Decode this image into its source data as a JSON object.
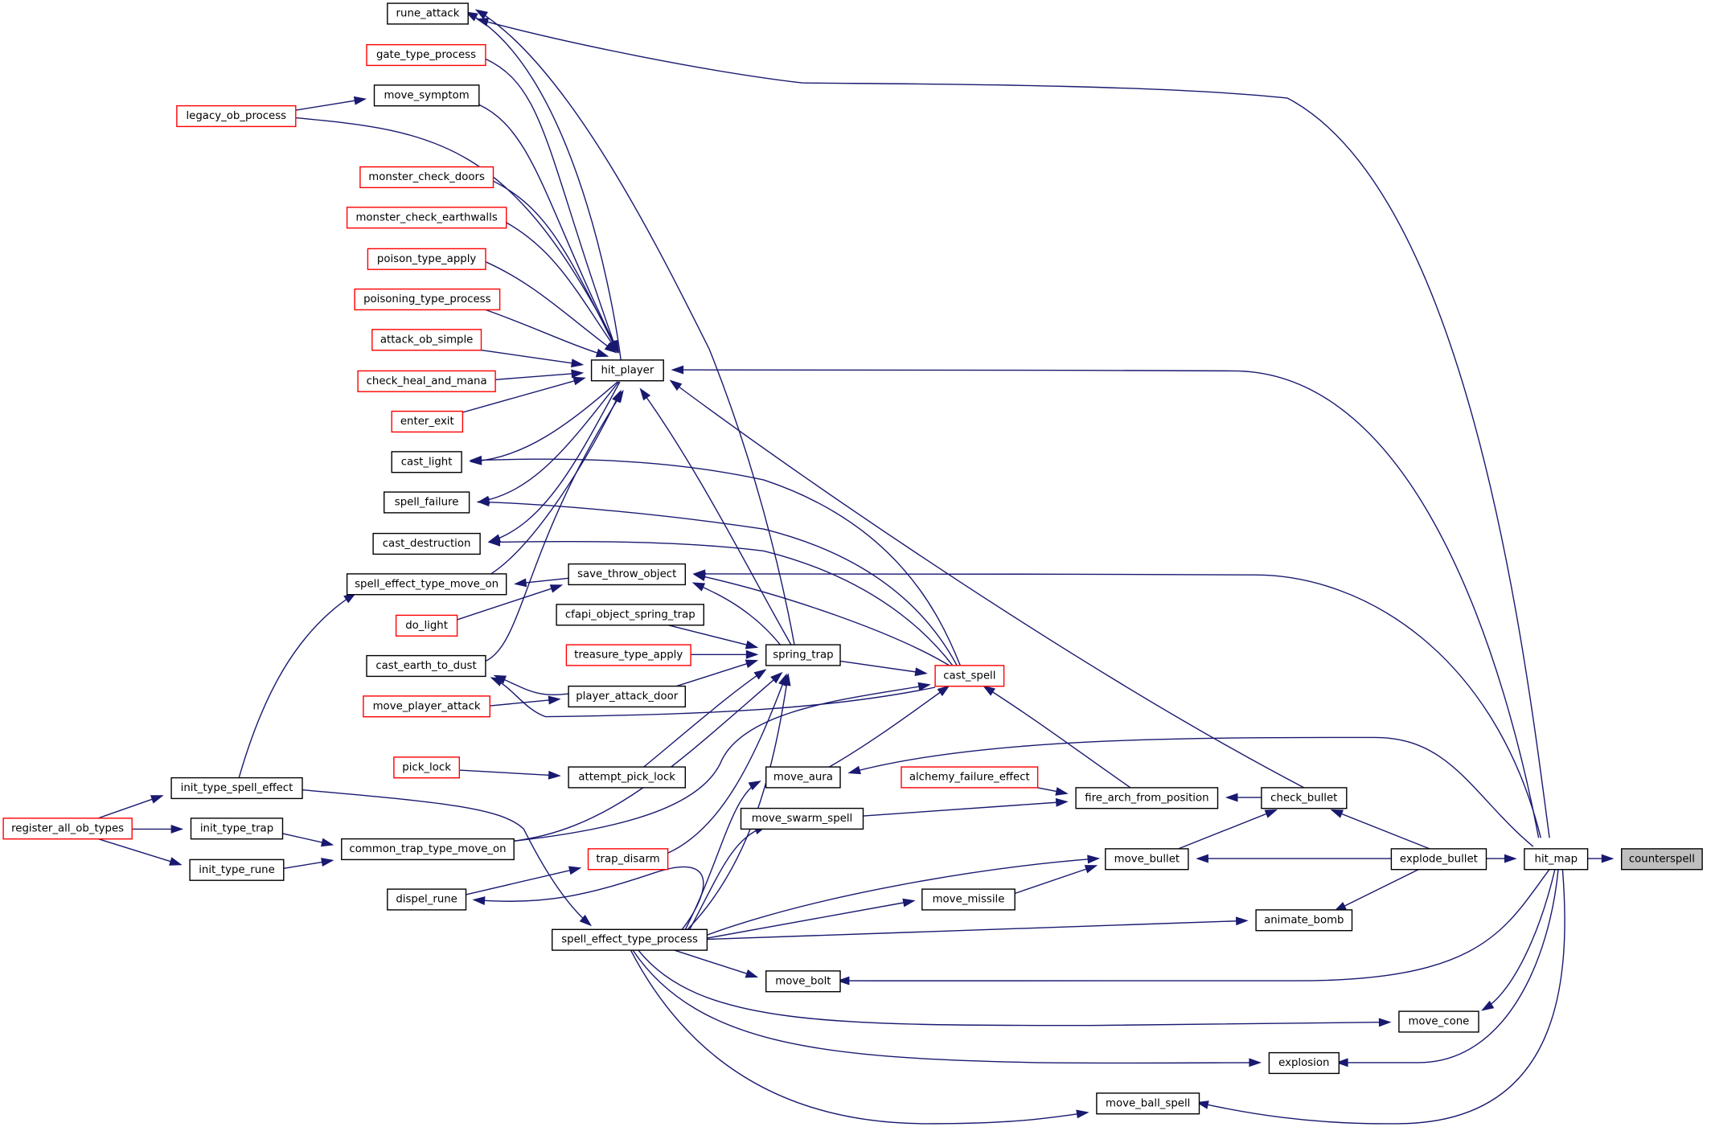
{
  "diagram": {
    "type": "call-graph",
    "nodes": [
      {
        "id": "counterspell",
        "label": "counterspell",
        "style": "root"
      },
      {
        "id": "hit_map",
        "label": "hit_map",
        "style": "black"
      },
      {
        "id": "rune_attack",
        "label": "rune_attack",
        "style": "black"
      },
      {
        "id": "gate_type_process",
        "label": "gate_type_process",
        "style": "red"
      },
      {
        "id": "move_symptom",
        "label": "move_symptom",
        "style": "black"
      },
      {
        "id": "legacy_ob_process",
        "label": "legacy_ob_process",
        "style": "red"
      },
      {
        "id": "monster_check_doors",
        "label": "monster_check_doors",
        "style": "red"
      },
      {
        "id": "monster_check_earthwalls",
        "label": "monster_check_earthwalls",
        "style": "red"
      },
      {
        "id": "poison_type_apply",
        "label": "poison_type_apply",
        "style": "red"
      },
      {
        "id": "poisoning_type_process",
        "label": "poisoning_type_process",
        "style": "red"
      },
      {
        "id": "attack_ob_simple",
        "label": "attack_ob_simple",
        "style": "red"
      },
      {
        "id": "check_heal_and_mana",
        "label": "check_heal_and_mana",
        "style": "red"
      },
      {
        "id": "enter_exit",
        "label": "enter_exit",
        "style": "red"
      },
      {
        "id": "cast_light",
        "label": "cast_light",
        "style": "black"
      },
      {
        "id": "spell_failure",
        "label": "spell_failure",
        "style": "black"
      },
      {
        "id": "cast_destruction",
        "label": "cast_destruction",
        "style": "black"
      },
      {
        "id": "spell_effect_type_move_on",
        "label": "spell_effect_type_move_on",
        "style": "black"
      },
      {
        "id": "do_light",
        "label": "do_light",
        "style": "red"
      },
      {
        "id": "cast_earth_to_dust",
        "label": "cast_earth_to_dust",
        "style": "black"
      },
      {
        "id": "move_player_attack",
        "label": "move_player_attack",
        "style": "red"
      },
      {
        "id": "pick_lock",
        "label": "pick_lock",
        "style": "red"
      },
      {
        "id": "init_type_spell_effect",
        "label": "init_type_spell_effect",
        "style": "black"
      },
      {
        "id": "register_all_ob_types",
        "label": "register_all_ob_types",
        "style": "red"
      },
      {
        "id": "init_type_trap",
        "label": "init_type_trap",
        "style": "black"
      },
      {
        "id": "init_type_rune",
        "label": "init_type_rune",
        "style": "black"
      },
      {
        "id": "common_trap_type_move_on",
        "label": "common_trap_type_move_on",
        "style": "black"
      },
      {
        "id": "dispel_rune",
        "label": "dispel_rune",
        "style": "black"
      },
      {
        "id": "spell_effect_type_process",
        "label": "spell_effect_type_process",
        "style": "black"
      },
      {
        "id": "hit_player",
        "label": "hit_player",
        "style": "black"
      },
      {
        "id": "save_throw_object",
        "label": "save_throw_object",
        "style": "black"
      },
      {
        "id": "cfapi_object_spring_trap",
        "label": "cfapi_object_spring_trap",
        "style": "black"
      },
      {
        "id": "treasure_type_apply",
        "label": "treasure_type_apply",
        "style": "red"
      },
      {
        "id": "spring_trap",
        "label": "spring_trap",
        "style": "black"
      },
      {
        "id": "player_attack_door",
        "label": "player_attack_door",
        "style": "black"
      },
      {
        "id": "attempt_pick_lock",
        "label": "attempt_pick_lock",
        "style": "black"
      },
      {
        "id": "trap_disarm",
        "label": "trap_disarm",
        "style": "red"
      },
      {
        "id": "move_aura",
        "label": "move_aura",
        "style": "black"
      },
      {
        "id": "move_swarm_spell",
        "label": "move_swarm_spell",
        "style": "black"
      },
      {
        "id": "move_bolt",
        "label": "move_bolt",
        "style": "black"
      },
      {
        "id": "cast_spell",
        "label": "cast_spell",
        "style": "red"
      },
      {
        "id": "alchemy_failure_effect",
        "label": "alchemy_failure_effect",
        "style": "red"
      },
      {
        "id": "fire_arch_from_position",
        "label": "fire_arch_from_position",
        "style": "black"
      },
      {
        "id": "move_bullet",
        "label": "move_bullet",
        "style": "black"
      },
      {
        "id": "move_missile",
        "label": "move_missile",
        "style": "black"
      },
      {
        "id": "move_ball_spell",
        "label": "move_ball_spell",
        "style": "black"
      },
      {
        "id": "check_bullet",
        "label": "check_bullet",
        "style": "black"
      },
      {
        "id": "animate_bomb",
        "label": "animate_bomb",
        "style": "black"
      },
      {
        "id": "explosion",
        "label": "explosion",
        "style": "black"
      },
      {
        "id": "explode_bullet",
        "label": "explode_bullet",
        "style": "black"
      },
      {
        "id": "move_cone",
        "label": "move_cone",
        "style": "black"
      }
    ],
    "edges": [
      [
        "hit_map",
        "counterspell"
      ],
      [
        "rune_attack",
        "hit_map"
      ],
      [
        "hit_player",
        "hit_map"
      ],
      [
        "save_throw_object",
        "hit_map"
      ],
      [
        "move_aura",
        "hit_map"
      ],
      [
        "explode_bullet",
        "hit_map"
      ],
      [
        "move_bolt",
        "hit_map"
      ],
      [
        "move_cone",
        "hit_map"
      ],
      [
        "explosion",
        "hit_map"
      ],
      [
        "move_ball_spell",
        "hit_map"
      ],
      [
        "spring_trap",
        "rune_attack"
      ],
      [
        "hit_player",
        "rune_attack"
      ],
      [
        "gate_type_process",
        "hit_player"
      ],
      [
        "move_symptom",
        "hit_player"
      ],
      [
        "legacy_ob_process",
        "hit_player"
      ],
      [
        "legacy_ob_process",
        "move_symptom"
      ],
      [
        "monster_check_doors",
        "hit_player"
      ],
      [
        "monster_check_earthwalls",
        "hit_player"
      ],
      [
        "poison_type_apply",
        "hit_player"
      ],
      [
        "poisoning_type_process",
        "hit_player"
      ],
      [
        "attack_ob_simple",
        "hit_player"
      ],
      [
        "check_heal_and_mana",
        "hit_player"
      ],
      [
        "enter_exit",
        "hit_player"
      ],
      [
        "hit_player",
        "cast_light"
      ],
      [
        "cast_spell",
        "cast_light"
      ],
      [
        "hit_player",
        "spell_failure"
      ],
      [
        "cast_spell",
        "spell_failure"
      ],
      [
        "hit_player",
        "cast_destruction"
      ],
      [
        "cast_spell",
        "cast_destruction"
      ],
      [
        "spell_effect_type_move_on",
        "hit_player"
      ],
      [
        "cast_earth_to_dust",
        "hit_player"
      ],
      [
        "check_bullet",
        "hit_player"
      ],
      [
        "spring_trap",
        "hit_player"
      ],
      [
        "init_type_spell_effect",
        "spell_effect_type_move_on"
      ],
      [
        "save_throw_object",
        "spell_effect_type_move_on"
      ],
      [
        "do_light",
        "save_throw_object"
      ],
      [
        "spring_trap",
        "save_throw_object"
      ],
      [
        "cast_spell",
        "save_throw_object"
      ],
      [
        "cfapi_object_spring_trap",
        "spring_trap"
      ],
      [
        "treasure_type_apply",
        "spring_trap"
      ],
      [
        "player_attack_door",
        "spring_trap"
      ],
      [
        "attempt_pick_lock",
        "spring_trap"
      ],
      [
        "common_trap_type_move_on",
        "spring_trap"
      ],
      [
        "spell_effect_type_process",
        "spring_trap"
      ],
      [
        "trap_disarm",
        "spring_trap"
      ],
      [
        "spring_trap",
        "cast_spell"
      ],
      [
        "cast_spell",
        "cast_earth_to_dust"
      ],
      [
        "player_attack_door",
        "cast_earth_to_dust"
      ],
      [
        "move_player_attack",
        "player_attack_door"
      ],
      [
        "pick_lock",
        "attempt_pick_lock"
      ],
      [
        "register_all_ob_types",
        "init_type_spell_effect"
      ],
      [
        "register_all_ob_types",
        "init_type_trap"
      ],
      [
        "register_all_ob_types",
        "init_type_rune"
      ],
      [
        "init_type_trap",
        "common_trap_type_move_on"
      ],
      [
        "init_type_rune",
        "common_trap_type_move_on"
      ],
      [
        "common_trap_type_move_on",
        "cast_spell"
      ],
      [
        "init_type_spell_effect",
        "spell_effect_type_process"
      ],
      [
        "dispel_rune",
        "trap_disarm"
      ],
      [
        "spell_effect_type_process",
        "dispel_rune"
      ],
      [
        "move_aura",
        "cast_spell"
      ],
      [
        "spell_effect_type_process",
        "move_aura"
      ],
      [
        "spell_effect_type_process",
        "move_swarm_spell"
      ],
      [
        "spell_effect_type_process",
        "move_bullet"
      ],
      [
        "spell_effect_type_process",
        "move_missile"
      ],
      [
        "spell_effect_type_process",
        "animate_bomb"
      ],
      [
        "spell_effect_type_process",
        "move_bolt"
      ],
      [
        "spell_effect_type_process",
        "move_cone"
      ],
      [
        "spell_effect_type_process",
        "explosion"
      ],
      [
        "spell_effect_type_process",
        "move_ball_spell"
      ],
      [
        "fire_arch_from_position",
        "cast_spell"
      ],
      [
        "alchemy_failure_effect",
        "fire_arch_from_position"
      ],
      [
        "move_swarm_spell",
        "fire_arch_from_position"
      ],
      [
        "check_bullet",
        "fire_arch_from_position"
      ],
      [
        "move_bullet",
        "check_bullet"
      ],
      [
        "move_missile",
        "move_bullet"
      ],
      [
        "explode_bullet",
        "check_bullet"
      ],
      [
        "explode_bullet",
        "move_bullet"
      ],
      [
        "explode_bullet",
        "animate_bomb"
      ]
    ]
  }
}
